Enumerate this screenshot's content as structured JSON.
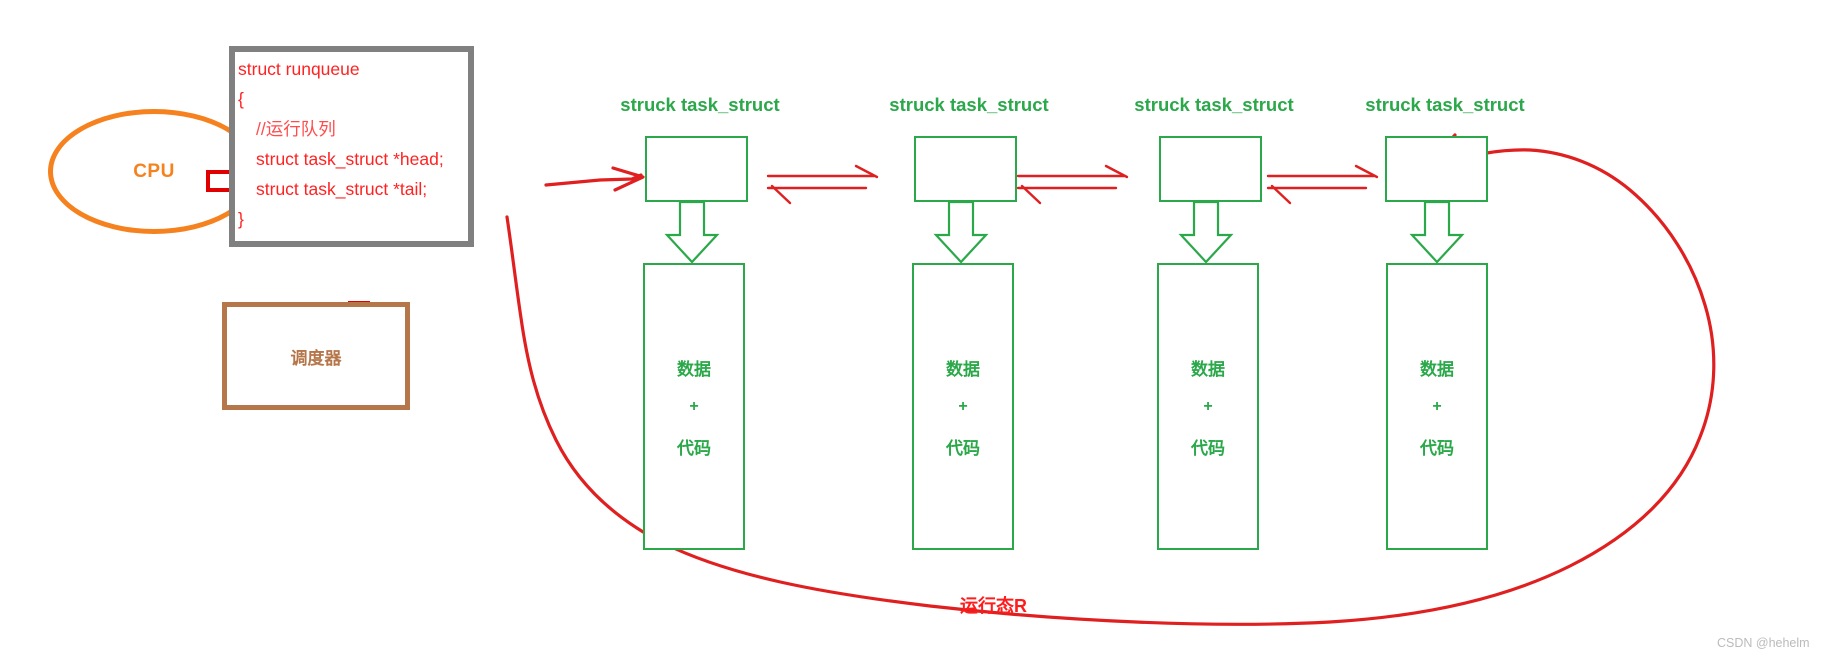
{
  "diagram": {
    "title_text": "Linux runqueue / task_struct scheduling diagram",
    "colors": {
      "red": "#FF1C1C",
      "green": "#2BA84A",
      "orange": "#F5821F",
      "gray": "#808080",
      "brown": "#B5764A",
      "watermark": "#BBBBBB"
    }
  },
  "cpu": {
    "label": "CPU"
  },
  "runqueue": {
    "lines": [
      "struct runqueue",
      "{",
      "//运行队列",
      "struct task_struct *head;",
      "struct task_struct *tail;",
      "}"
    ]
  },
  "scheduler": {
    "label": "调度器"
  },
  "task_nodes": [
    {
      "title": "struck task_struct",
      "data_label": "数据",
      "plus": "+",
      "code_label": "代码"
    },
    {
      "title": "struck task_struct",
      "data_label": "数据",
      "plus": "+",
      "code_label": "代码"
    },
    {
      "title": "struck task_struct",
      "data_label": "数据",
      "plus": "+",
      "code_label": "代码"
    },
    {
      "title": "struck task_struct",
      "data_label": "数据",
      "plus": "+",
      "code_label": "代码"
    }
  ],
  "running_state": {
    "label": "运行态R"
  },
  "watermark": {
    "text": "CSDN @hehelm"
  }
}
